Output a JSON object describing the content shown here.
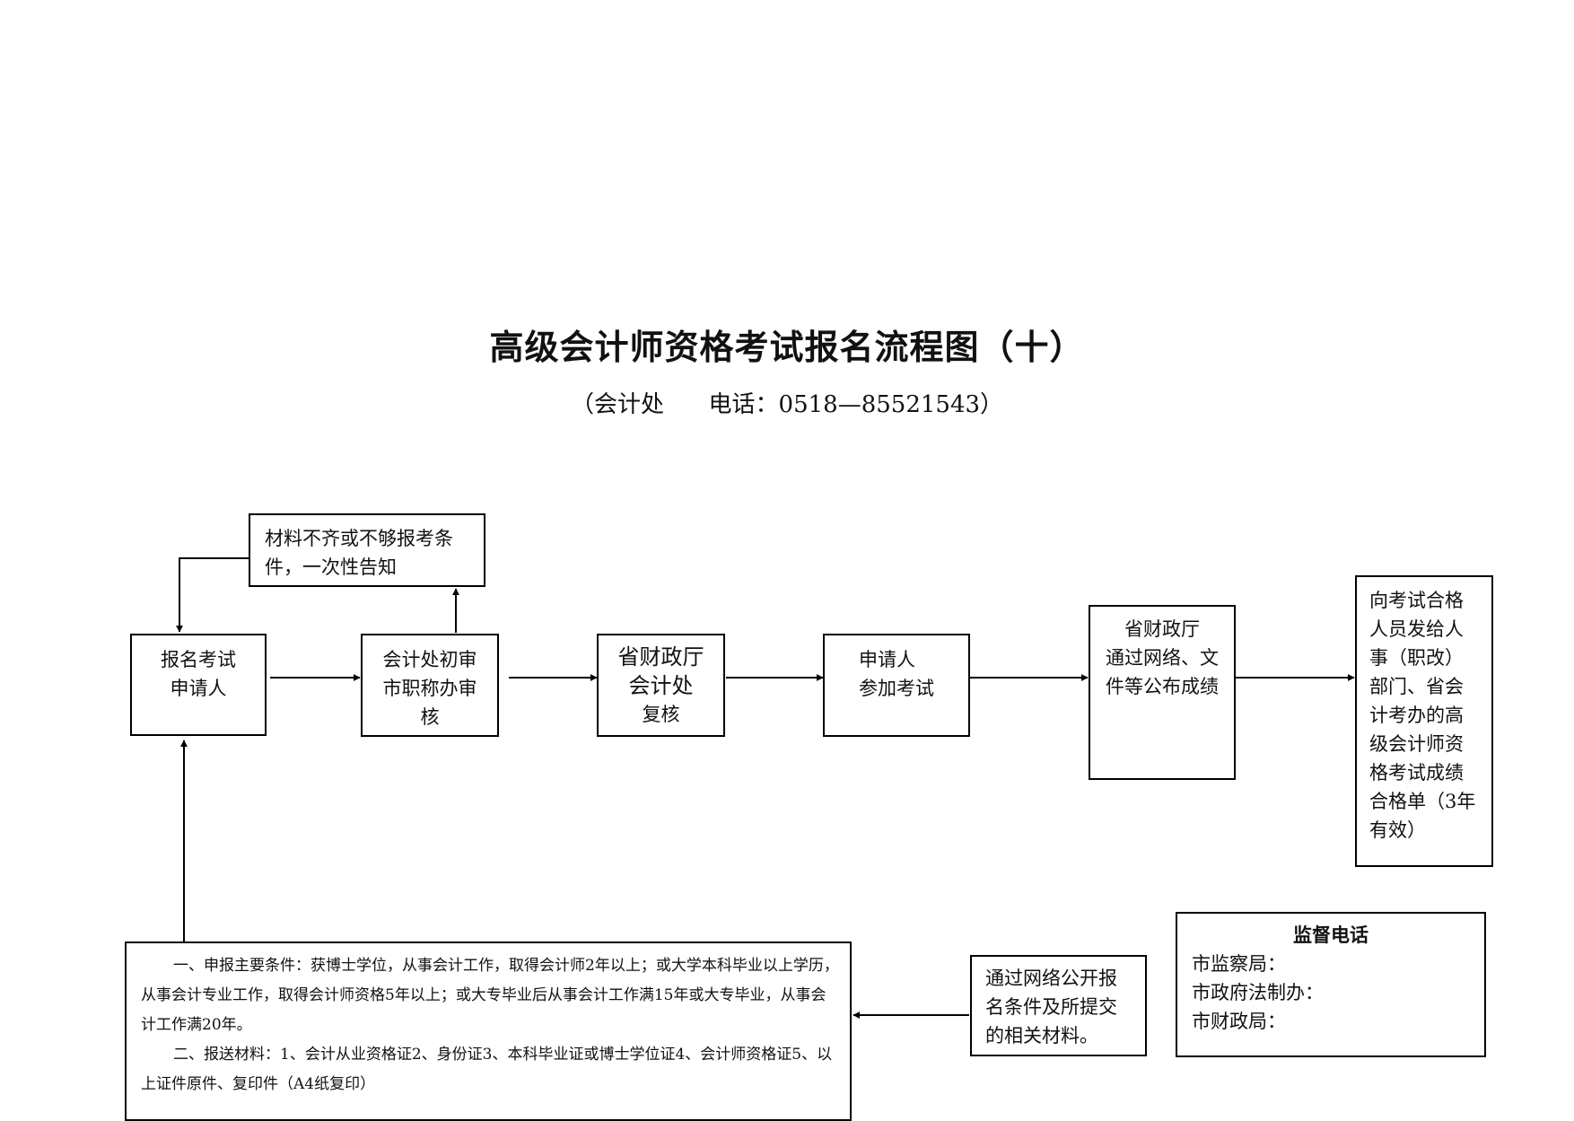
{
  "title": "高级会计师资格考试报名流程图（十）",
  "subtitle": "（会计处      电话：0518—85521543）",
  "notice_box": [
    "材料不齐或不够报考条",
    "件，一次性告知"
  ],
  "steps": {
    "applicant": [
      "报名考试",
      "申请人"
    ],
    "initial_review": [
      "会计处初审",
      "市职称办审",
      "核"
    ],
    "re_review": [
      "省财政厅",
      "会计处",
      "复核"
    ],
    "exam": [
      "申请人",
      "参加考试"
    ],
    "publish": [
      "省财政厅",
      "通过网络、文",
      "件等公布成绩"
    ],
    "issue": [
      "向考试合格",
      "人员发给人",
      "事（职改）",
      "部门、省会",
      "计考办的高",
      "级会计师资",
      "格考试成绩",
      "合格单（3年",
      "有效）"
    ]
  },
  "requirements": {
    "p1": "一、申报主要条件：获博士学位，从事会计工作，取得会计师2年以上；或大学本科毕业以上学历，从事会计专业工作，取得会计师资格5年以上；或大专毕业后从事会计工作满15年或大专毕业，从事会计工作满20年。",
    "p2": "二、报送材料：1、会计从业资格证2、身份证3、本科毕业证或博士学位证4、会计师资格证5、以上证件原件、复印件（A4纸复印）"
  },
  "online_box": [
    "通过网络公开报",
    "名条件及所提交",
    "的相关材料。"
  ],
  "supervision": {
    "title": "监督电话",
    "items": [
      "市监察局：",
      "市政府法制办：",
      "市财政局："
    ]
  }
}
